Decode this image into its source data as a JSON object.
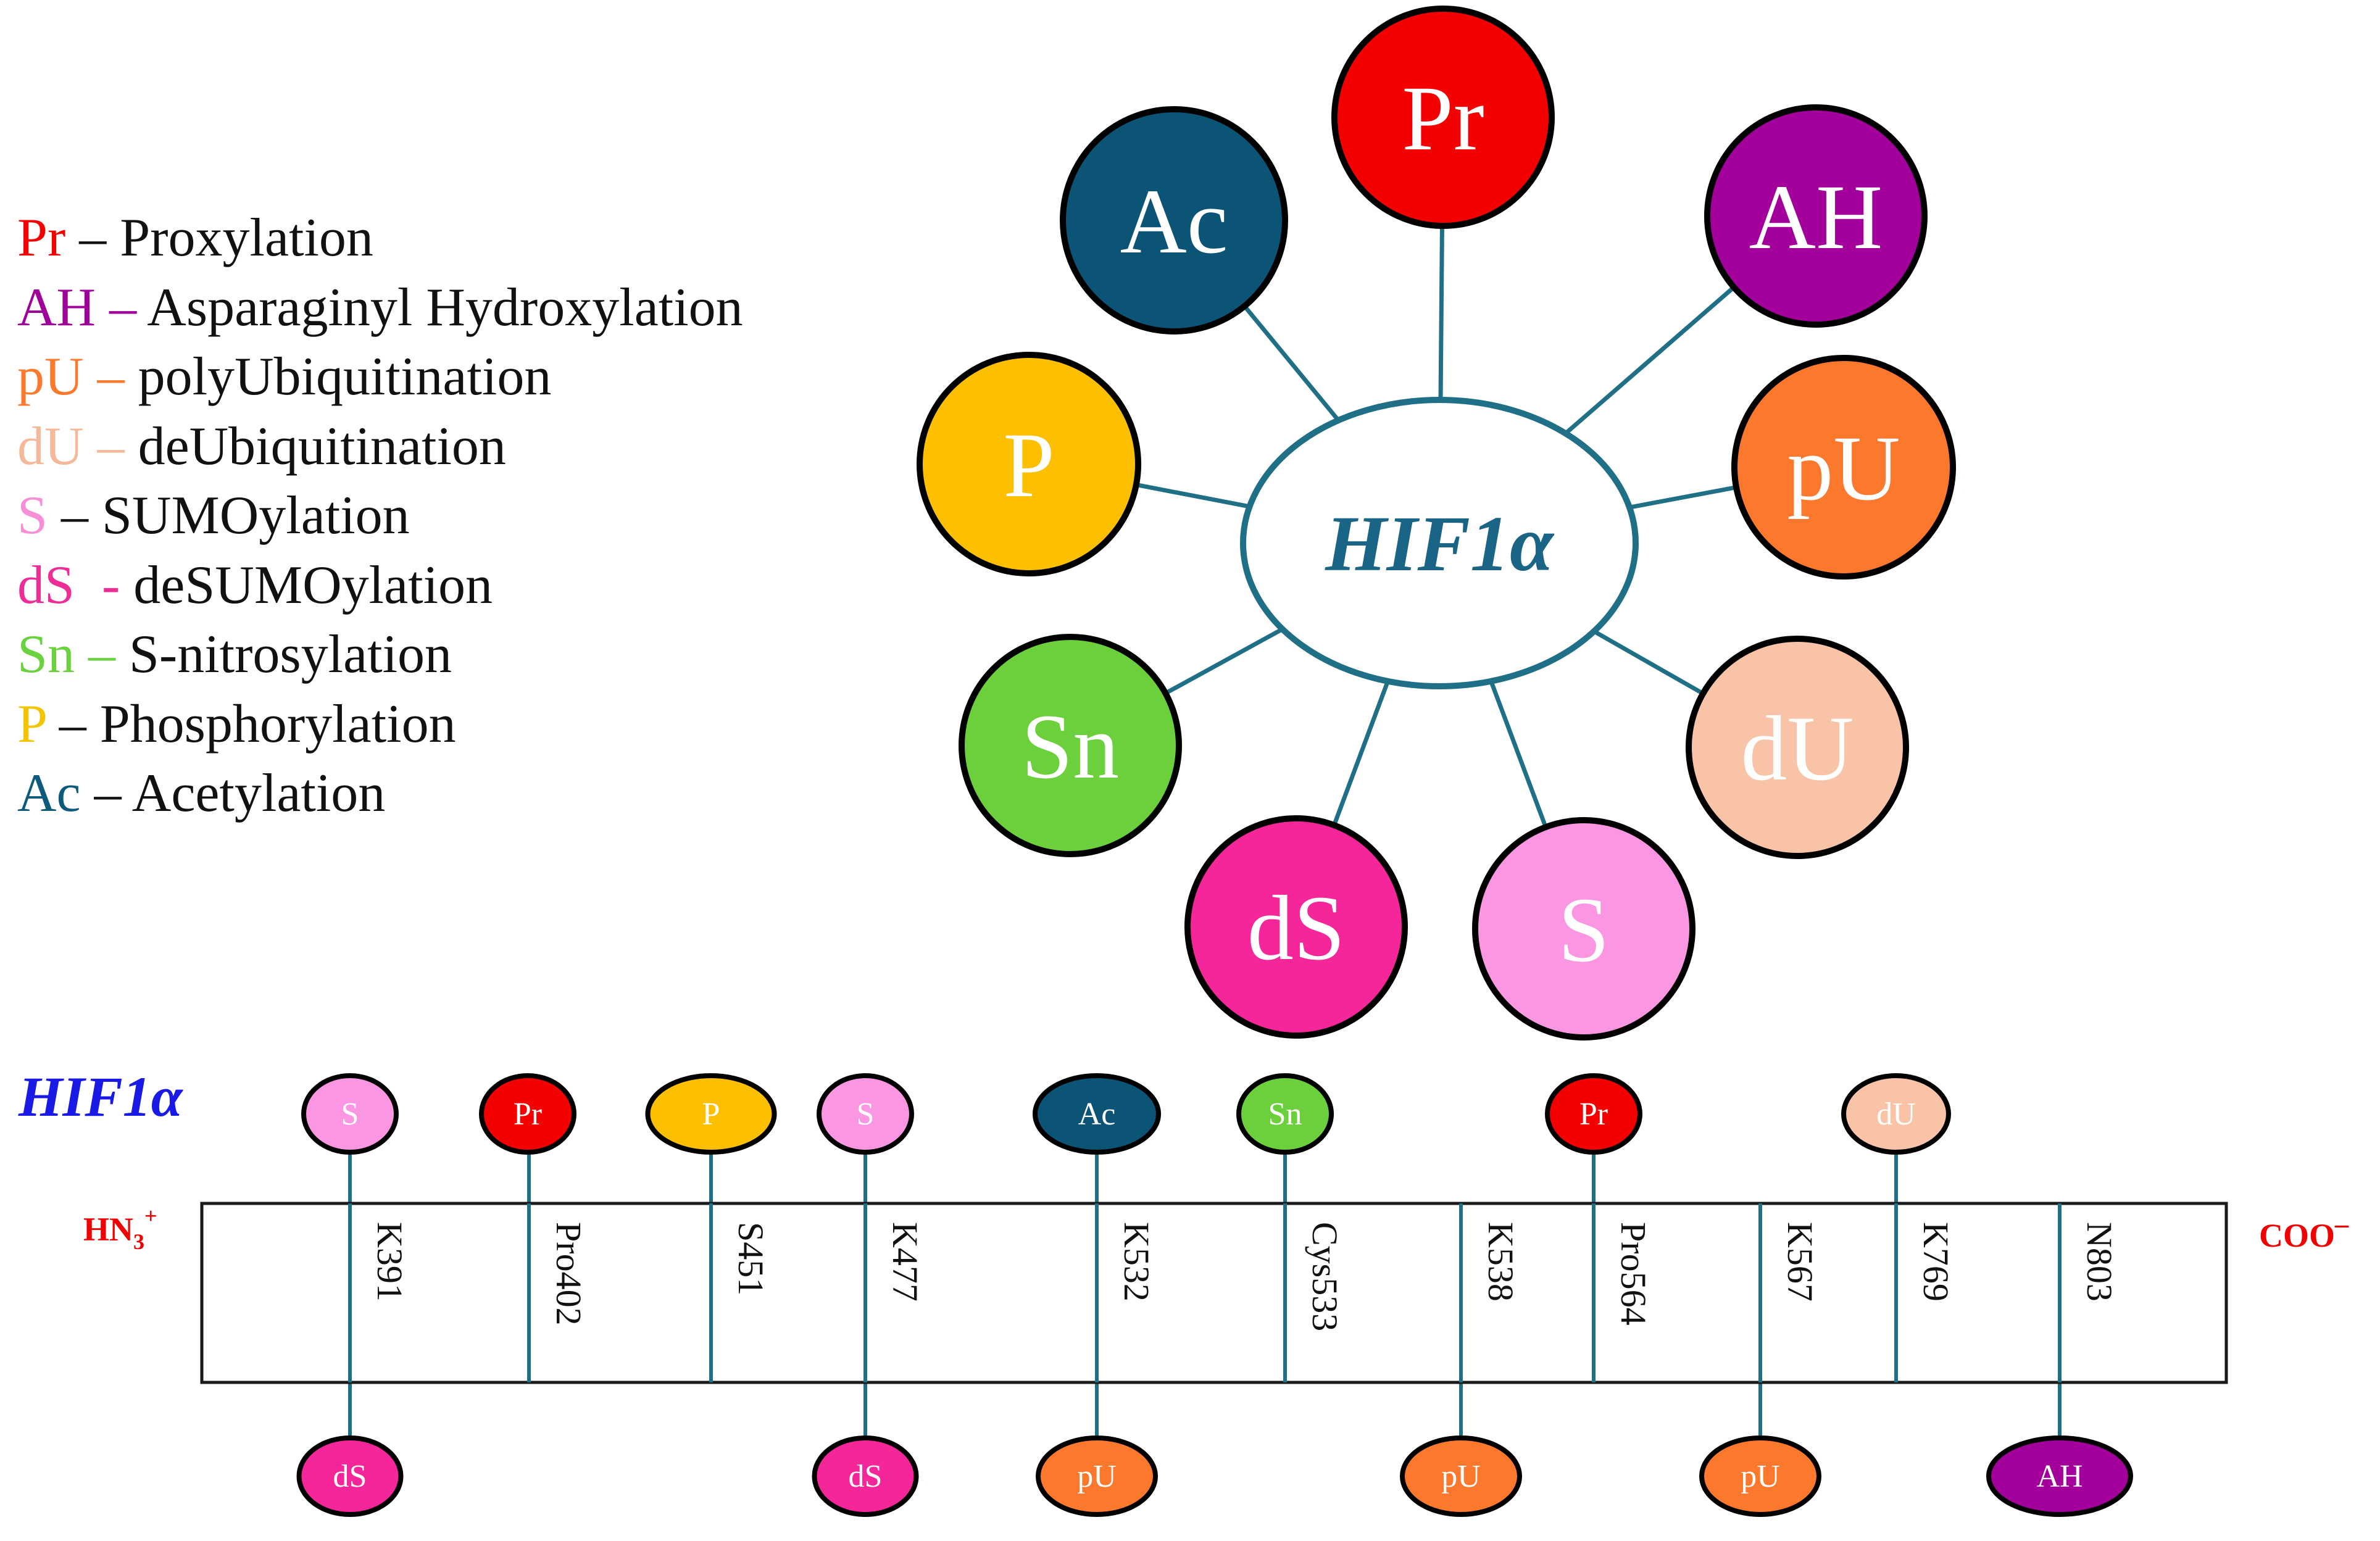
{
  "legend": [
    {
      "abbr": "Pr",
      "sep": " – ",
      "label": "Proxylation",
      "color": "#f50000"
    },
    {
      "abbr": "AH",
      "sep": " – ",
      "label": "Asparaginyl Hydroxylation",
      "color": "#a0009a"
    },
    {
      "abbr": "pU",
      "sep": " – ",
      "label": "polyUbiquitination",
      "color": "#fb7a2e"
    },
    {
      "abbr": "dU",
      "sep": " – ",
      "label": "deUbiquitination",
      "color": "#f5b89a"
    },
    {
      "abbr": "S",
      "sep": " – ",
      "label": "SUMOylation",
      "color": "#f78ed6"
    },
    {
      "abbr": "dS",
      "sep": "  - ",
      "label": "deSUMOylation",
      "color": "#ee2d96"
    },
    {
      "abbr": "Sn",
      "sep": " – ",
      "label": "S-nitrosylation",
      "color": "#6bd23f"
    },
    {
      "abbr": "P",
      "sep": " – ",
      "label": "Phosphorylation",
      "color": "#f3c400"
    },
    {
      "abbr": "Ac",
      "sep": " – ",
      "label": "Acetylation",
      "color": "#0d5a7a"
    }
  ],
  "hub": {
    "label": "HIF1α",
    "color": "#1a6585"
  },
  "petals": [
    {
      "abbr": "Pr",
      "fill": "#f40000",
      "text_color": "#ffffff"
    },
    {
      "abbr": "AH",
      "fill": "#a3009b",
      "text_color": "#ffffff"
    },
    {
      "abbr": "pU",
      "fill": "#fc782c",
      "text_color": "#ffffff"
    },
    {
      "abbr": "dU",
      "fill": "#f8c3a6",
      "text_color": "#ffffff"
    },
    {
      "abbr": "S",
      "fill": "#fb97e2",
      "text_color": "#ffffff"
    },
    {
      "abbr": "dS",
      "fill": "#f5259a",
      "text_color": "#ffffff"
    },
    {
      "abbr": "Sn",
      "fill": "#6ccf3c",
      "text_color": "#ffffff"
    },
    {
      "abbr": "P",
      "fill": "#fdc000",
      "text_color": "#ffffff"
    },
    {
      "abbr": "Ac",
      "fill": "#0b5475",
      "text_color": "#ffffff"
    }
  ],
  "sequence": {
    "title": "HIF1α",
    "title_color": "#1a1ae6",
    "n_terminus": "HN",
    "n_terminus_sub": "3",
    "n_terminus_sup": "+",
    "c_terminus": "COO",
    "c_terminus_sup": "–",
    "terminus_color": "#f00000",
    "line_color": "#1f6f86",
    "sites": [
      {
        "residue": "K391",
        "top": "S",
        "bottom": "dS"
      },
      {
        "residue": "Pro402",
        "top": "Pr",
        "bottom": null
      },
      {
        "residue": "S451",
        "top": "P",
        "bottom": null
      },
      {
        "residue": "K477",
        "top": "S",
        "bottom": "dS"
      },
      {
        "residue": "K532",
        "top": "Ac",
        "bottom": "pU"
      },
      {
        "residue": "Cys533",
        "top": "Sn",
        "bottom": null
      },
      {
        "residue": "K538",
        "top": null,
        "bottom": "pU"
      },
      {
        "residue": "Pro564",
        "top": "Pr",
        "bottom": null
      },
      {
        "residue": "K567",
        "top": null,
        "bottom": "pU"
      },
      {
        "residue": "K769",
        "top": "dU",
        "bottom": null
      },
      {
        "residue": "N803",
        "top": null,
        "bottom": "AH"
      }
    ]
  }
}
